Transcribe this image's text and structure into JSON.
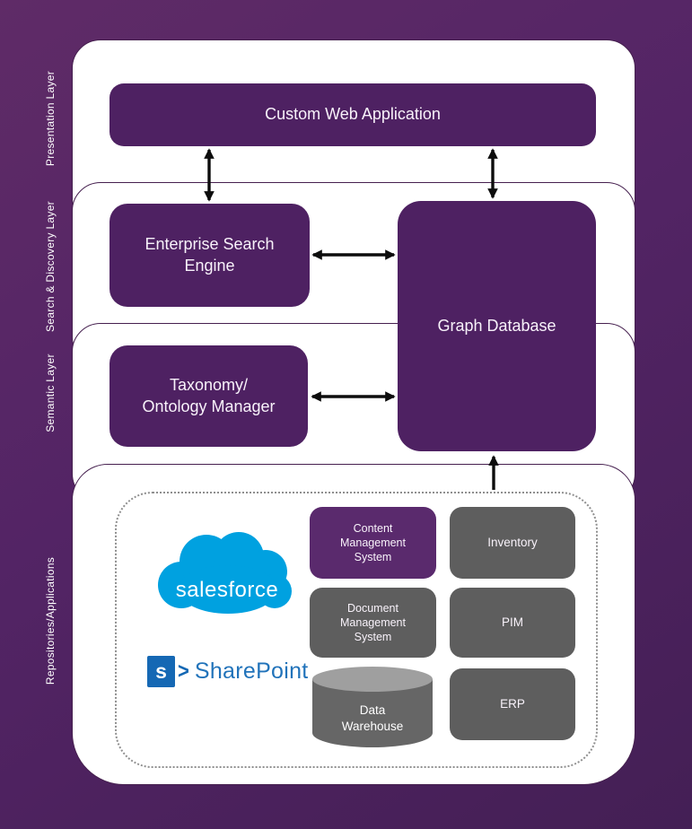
{
  "title": "Enterprise semantic search architecture diagram",
  "colors": {
    "background_top": "#5f2b67",
    "background_bottom": "#441f55",
    "box_purple": "#4e2162",
    "box_purple_light": "#5a2a6d",
    "box_gray": "#5e5e5e",
    "cylinder_body_gray": "#666666",
    "cylinder_top_gray": "#9f9f9f",
    "panel_border": "#46204f",
    "arrow_black": "#0d0d0d",
    "salesforce_blue": "#00a1e0",
    "sharepoint_icon_blue": "#1568b4",
    "sharepoint_text_blue": "#2173ba",
    "dotted_border_gray": "#8f8f8f",
    "text_white": "#ffffff"
  },
  "layers": [
    {
      "id": "presentation",
      "label": "Presentation Layer"
    },
    {
      "id": "search-discovery",
      "label": "Search & Discovery Layer"
    },
    {
      "id": "semantic",
      "label": "Semantic Layer"
    },
    {
      "id": "repositories",
      "label": "Repositories/Applications"
    }
  ],
  "nodes": {
    "custom_web_application": {
      "label": "Custom Web Application"
    },
    "enterprise_search_engine": {
      "label": "Enterprise Search Engine"
    },
    "graph_database": {
      "label": "Graph Database"
    },
    "taxonomy_ontology_manager": {
      "label": "Taxonomy/\nOntology Manager"
    },
    "content_management_system": {
      "label": "Content\nManagement\nSystem"
    },
    "document_management_system": {
      "label": "Document\nManagement\nSystem"
    },
    "data_warehouse": {
      "label": "Data\nWarehouse"
    },
    "inventory": {
      "label": "Inventory"
    },
    "pim": {
      "label": "PIM"
    },
    "erp": {
      "label": "ERP"
    }
  },
  "logos": {
    "salesforce": {
      "text": "salesforce"
    },
    "sharepoint": {
      "icon_letter": "s",
      "chevron": ">",
      "text": "SharePoint"
    }
  },
  "connections": [
    {
      "from": "custom_web_application",
      "to": "enterprise_search_engine",
      "bidirectional": true
    },
    {
      "from": "custom_web_application",
      "to": "graph_database",
      "bidirectional": true
    },
    {
      "from": "enterprise_search_engine",
      "to": "graph_database",
      "bidirectional": true
    },
    {
      "from": "taxonomy_ontology_manager",
      "to": "graph_database",
      "bidirectional": true
    },
    {
      "from": "repositories_applications",
      "to": "graph_database",
      "bidirectional": false
    }
  ]
}
